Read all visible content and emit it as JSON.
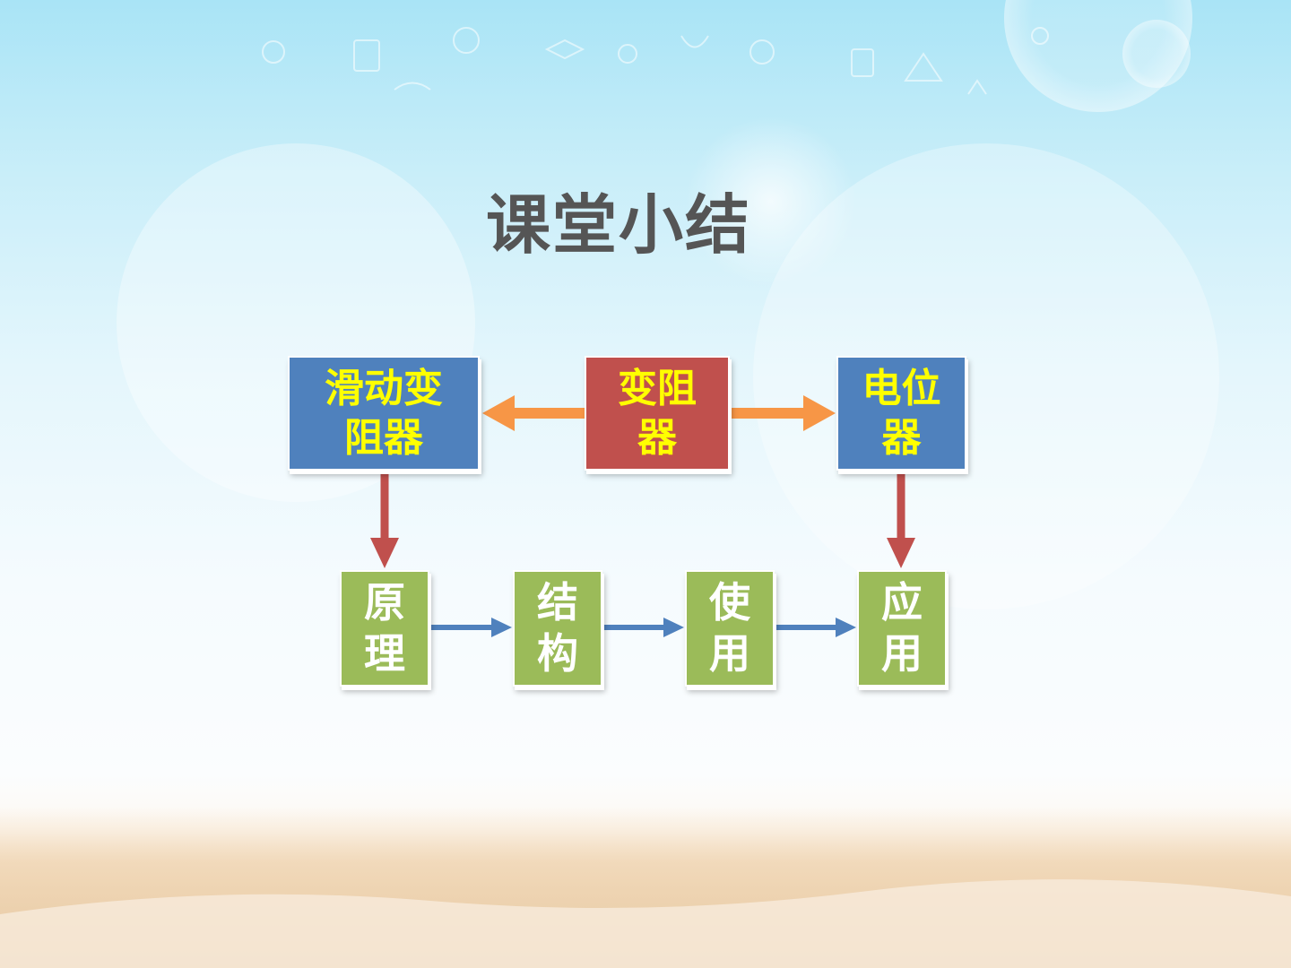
{
  "title": "课堂小结",
  "nodes": {
    "slide_rheostat": "滑动变\n阻器",
    "variable_resistor": "变阻\n器",
    "potentiometer": "电位\n器",
    "principle": "原\n理",
    "structure": "结\n构",
    "usage": "使\n用",
    "application": "应\n用"
  },
  "colors": {
    "blue_box": "#4f81bd",
    "red_box": "#c0504d",
    "green_box": "#9bbb59",
    "orange_arrow": "#f79646",
    "dark_red_arrow": "#c0504d",
    "blue_arrow": "#4f81bd",
    "title_text": "#555555",
    "top_text": "#ffff00",
    "bottom_text": "#ffffff"
  },
  "edges": [
    {
      "from": "variable_resistor",
      "to": "slide_rheostat"
    },
    {
      "from": "variable_resistor",
      "to": "potentiometer"
    },
    {
      "from": "slide_rheostat",
      "to": "principle"
    },
    {
      "from": "potentiometer",
      "to": "application"
    },
    {
      "from": "principle",
      "to": "structure"
    },
    {
      "from": "structure",
      "to": "usage"
    },
    {
      "from": "usage",
      "to": "application"
    }
  ]
}
